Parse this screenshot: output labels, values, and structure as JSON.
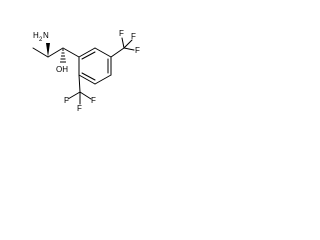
{
  "structure": {
    "labels": {
      "nh2_n": "N",
      "nh2_h2": "H",
      "nh2_sub": "2",
      "hydroxyl": "OH",
      "cf3_para": [
        "F",
        "F",
        "F"
      ],
      "cf3_ortho": [
        "F",
        "F",
        "F"
      ]
    }
  }
}
